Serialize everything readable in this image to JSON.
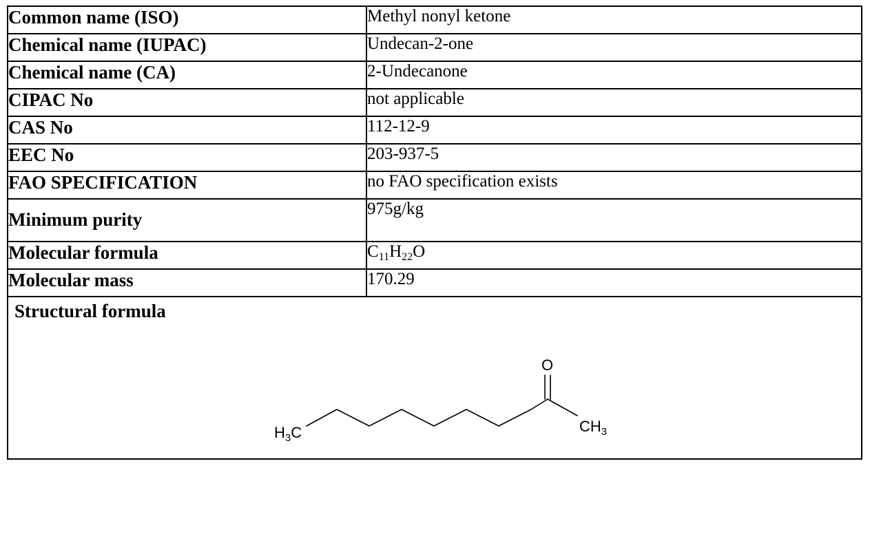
{
  "rows": [
    {
      "label": "Common name (ISO)",
      "value": "Methyl nonyl ketone"
    },
    {
      "label": "Chemical name (IUPAC)",
      "value": "Undecan-2-one"
    },
    {
      "label": "Chemical name (CA)",
      "value": "2-Undecanone"
    },
    {
      "label": "CIPAC No",
      "value": "not applicable"
    },
    {
      "label": "CAS No",
      "value": "112-12-9"
    },
    {
      "label": "EEC No",
      "value": "203-937-5"
    },
    {
      "label": "FAO SPECIFICATION",
      "value": "no FAO specification exists"
    },
    {
      "label": "Minimum purity",
      "value": "975g/kg"
    },
    {
      "label": "Molecular formula",
      "formula": {
        "c": "C",
        "c_count": "11",
        "h": "H",
        "h_count": "22",
        "o": "O"
      }
    },
    {
      "label": "Molecular mass",
      "value": "170.29"
    }
  ],
  "structural": {
    "label": "Structural formula",
    "atoms": {
      "oxygen": "O",
      "left_group": "H",
      "left_sub": "3",
      "left_c": "C",
      "right_group": "CH",
      "right_sub": "3"
    }
  }
}
